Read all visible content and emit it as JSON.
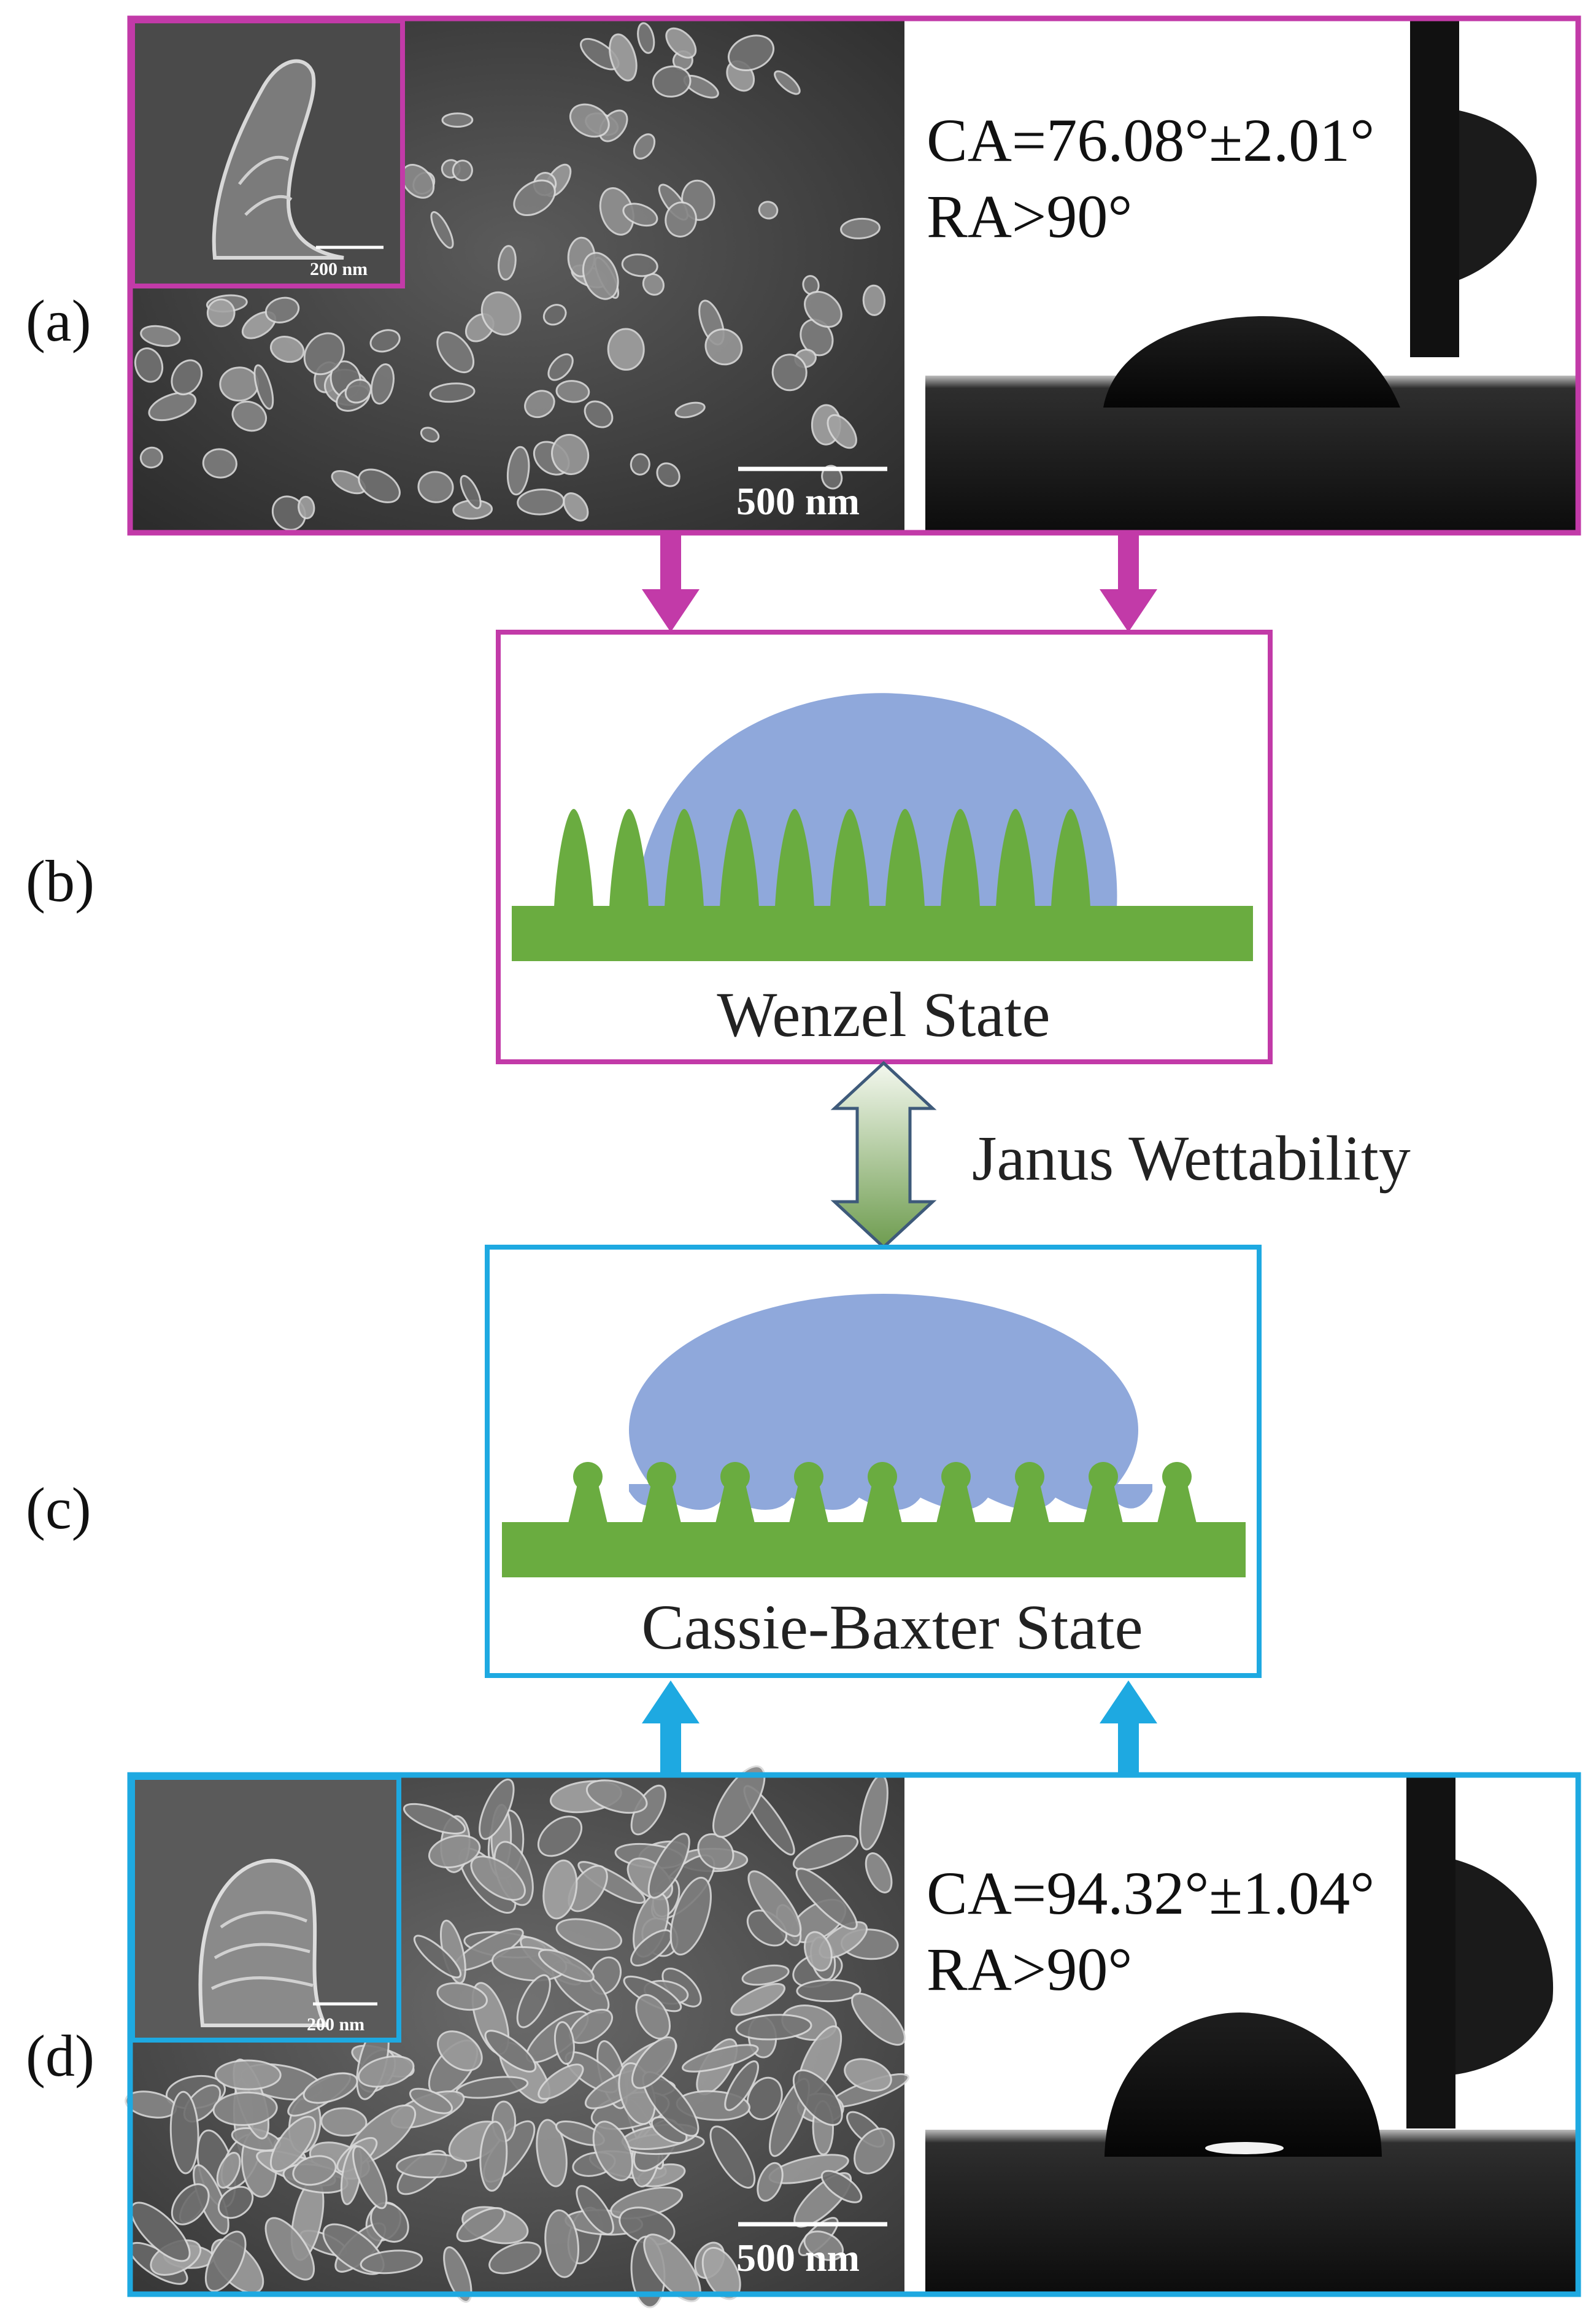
{
  "colors": {
    "magenta": "#c23aa8",
    "cyan": "#1ea9e1",
    "droplet": "#8fa8db",
    "substrate": "#6aac40"
  },
  "panels": {
    "a": {
      "label": "(a)",
      "sem_scale": "500 nm",
      "inset_scale": "200 nm",
      "contact_angle": "CA=76.08°±2.01°",
      "roll_angle": "RA>90°"
    },
    "b": {
      "label": "(b)",
      "state": "Wenzel State"
    },
    "transition": {
      "label": "Janus Wettability"
    },
    "c": {
      "label": "(c)",
      "state": "Cassie-Baxter State"
    },
    "d": {
      "label": "(d)",
      "sem_scale": "500 nm",
      "inset_scale": "200 nm",
      "contact_angle": "CA=94.32°±1.04°",
      "roll_angle": "RA>90°"
    }
  }
}
